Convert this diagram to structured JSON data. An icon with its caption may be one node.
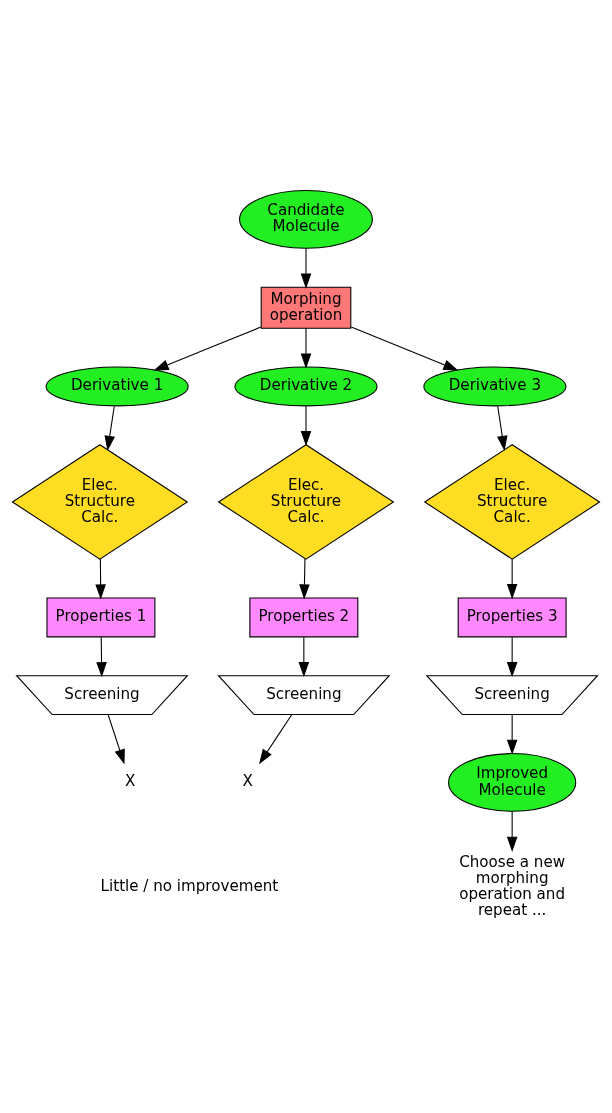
{
  "diagram": {
    "nodes": [
      {
        "text": [
          "Candidate Molecule"
        ]
      },
      {
        "text": [
          "Morphing operation"
        ]
      },
      {
        "text": [
          "Derivative 1"
        ]
      },
      {
        "text": [
          "Derivative 2"
        ]
      },
      {
        "text": [
          "Derivative 3"
        ]
      },
      {
        "text": [
          "Elec. Structure Calc."
        ]
      },
      {
        "text": [
          "Elec. Structure Calc."
        ]
      },
      {
        "text": [
          "Elec. Structure Calc."
        ]
      },
      {
        "text": [
          "Properties 1"
        ]
      },
      {
        "text": [
          "Properties 2"
        ]
      },
      {
        "text": [
          "Properties 3"
        ]
      },
      {
        "text": [
          "Screening"
        ]
      },
      {
        "text": [
          "Screening"
        ]
      },
      {
        "text": [
          "Screening"
        ]
      },
      {
        "text": [
          "X"
        ]
      },
      {
        "text": [
          "X"
        ]
      },
      {
        "text": [
          "Improved Molecule"
        ]
      },
      {
        "text": [
          "Choose a new morphing operation and repeat ..."
        ]
      }
    ],
    "edges": [
      {
        "from": 0,
        "to": 1,
        "arrow": "to"
      },
      {
        "from": 1,
        "to": 2,
        "arrow": "to"
      },
      {
        "from": 1,
        "to": 3,
        "arrow": "to"
      },
      {
        "from": 1,
        "to": 4,
        "arrow": "to"
      },
      {
        "from": 2,
        "to": 5,
        "arrow": "to"
      },
      {
        "from": 3,
        "to": 6,
        "arrow": "to"
      },
      {
        "from": 4,
        "to": 7,
        "arrow": "to"
      },
      {
        "from": 5,
        "to": 8,
        "arrow": "to"
      },
      {
        "from": 6,
        "to": 9,
        "arrow": "to"
      },
      {
        "from": 7,
        "to": 10,
        "arrow": "to"
      },
      {
        "from": 8,
        "to": 11,
        "arrow": "to"
      },
      {
        "from": 9,
        "to": 12,
        "arrow": "to"
      },
      {
        "from": 10,
        "to": 13,
        "arrow": "to"
      },
      {
        "from": 11,
        "to": 14,
        "arrow": "to"
      },
      {
        "from": 12,
        "to": 15,
        "arrow": "to"
      },
      {
        "from": 13,
        "to": 16,
        "arrow": "to"
      },
      {
        "from": 16,
        "to": 17,
        "arrow": "to"
      }
    ],
    "labels": [
      "Little / no improvement"
    ]
  }
}
